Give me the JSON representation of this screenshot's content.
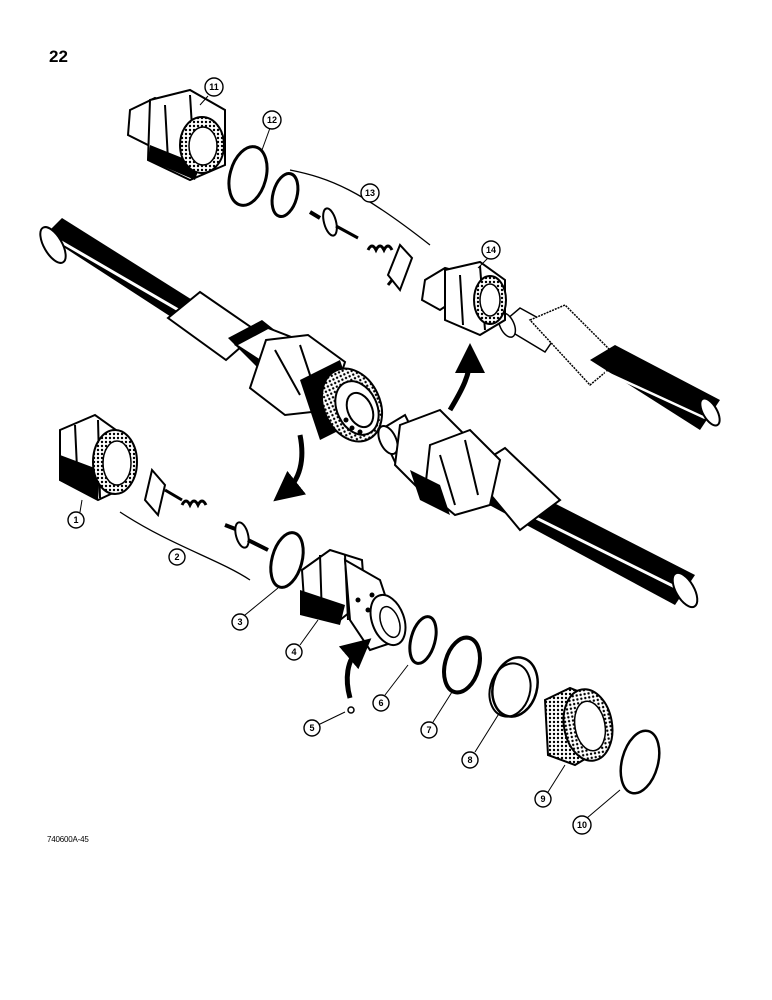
{
  "page_number": "22",
  "figure_id": "740600A-45",
  "callouts": [
    "1",
    "2",
    "3",
    "4",
    "5",
    "6",
    "7",
    "8",
    "9",
    "10",
    "11",
    "12",
    "13",
    "14"
  ],
  "colors": {
    "ink": "#000000",
    "paper": "#ffffff"
  }
}
